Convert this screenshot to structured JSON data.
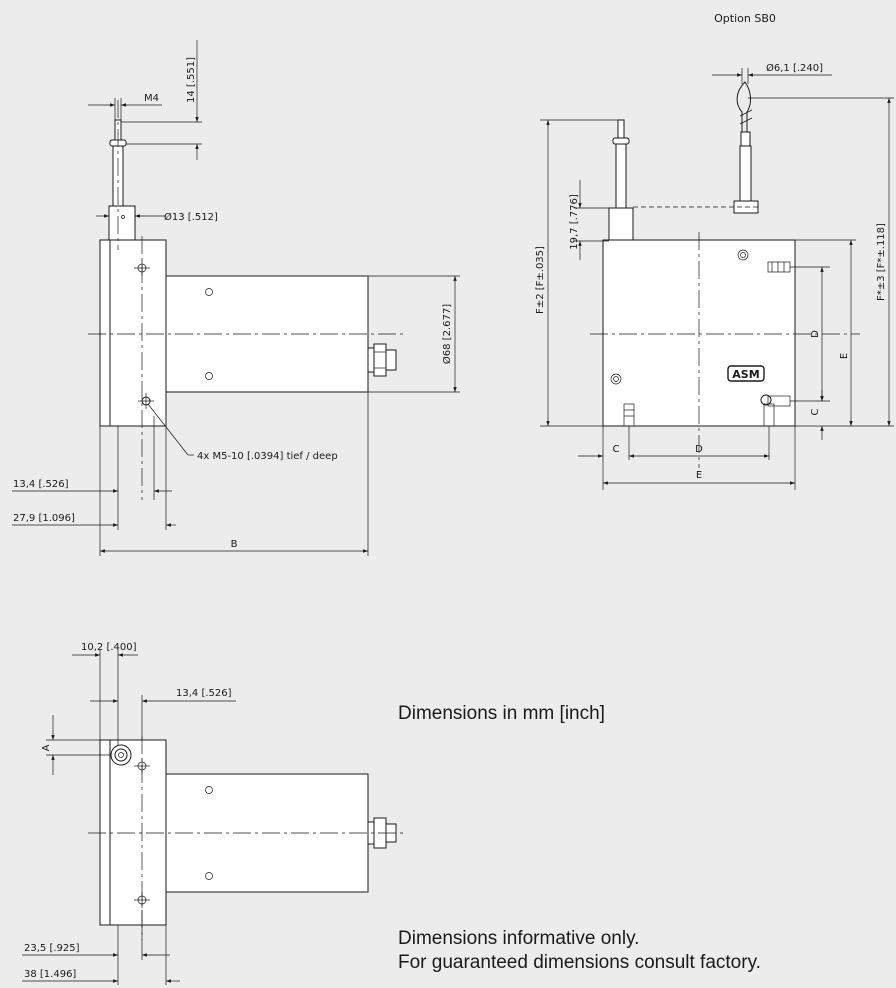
{
  "option_label": "Option SB0",
  "view_side": {
    "dim_stroke_top": "14 [.551]",
    "thread": "M4",
    "dia_wire": "Ø13 [.512]",
    "dia_housing": "Ø68 [2.677]",
    "holes_note": "4x M5-10 [.0394]  tief / deep",
    "dim_offset_1": "13,4 [.526]",
    "dim_offset_2": "27,9 [1.096]",
    "dim_length": "B"
  },
  "view_front": {
    "dia_clip": "Ø6,1 [.240]",
    "height_1": "F±2 [F±.035]",
    "height_2": "F*±3 [F*±.118]",
    "dim_wire_height": "19,7 [.776]",
    "dim_c": "C",
    "dim_d": "D",
    "dim_e": "E",
    "brand": "ASM"
  },
  "view_alt": {
    "dim_top_1": "10,2 [.400]",
    "dim_top_2": "13,4 [.526]",
    "dim_a": "A",
    "dim_bottom_1": "23,5 [.925]",
    "dim_bottom_2": "38 [1.496]"
  },
  "notes": {
    "units": "Dimensions in mm  [inch]",
    "disclaimer_1": "Dimensions informative only.",
    "disclaimer_2": "For guaranteed dimensions consult factory."
  }
}
